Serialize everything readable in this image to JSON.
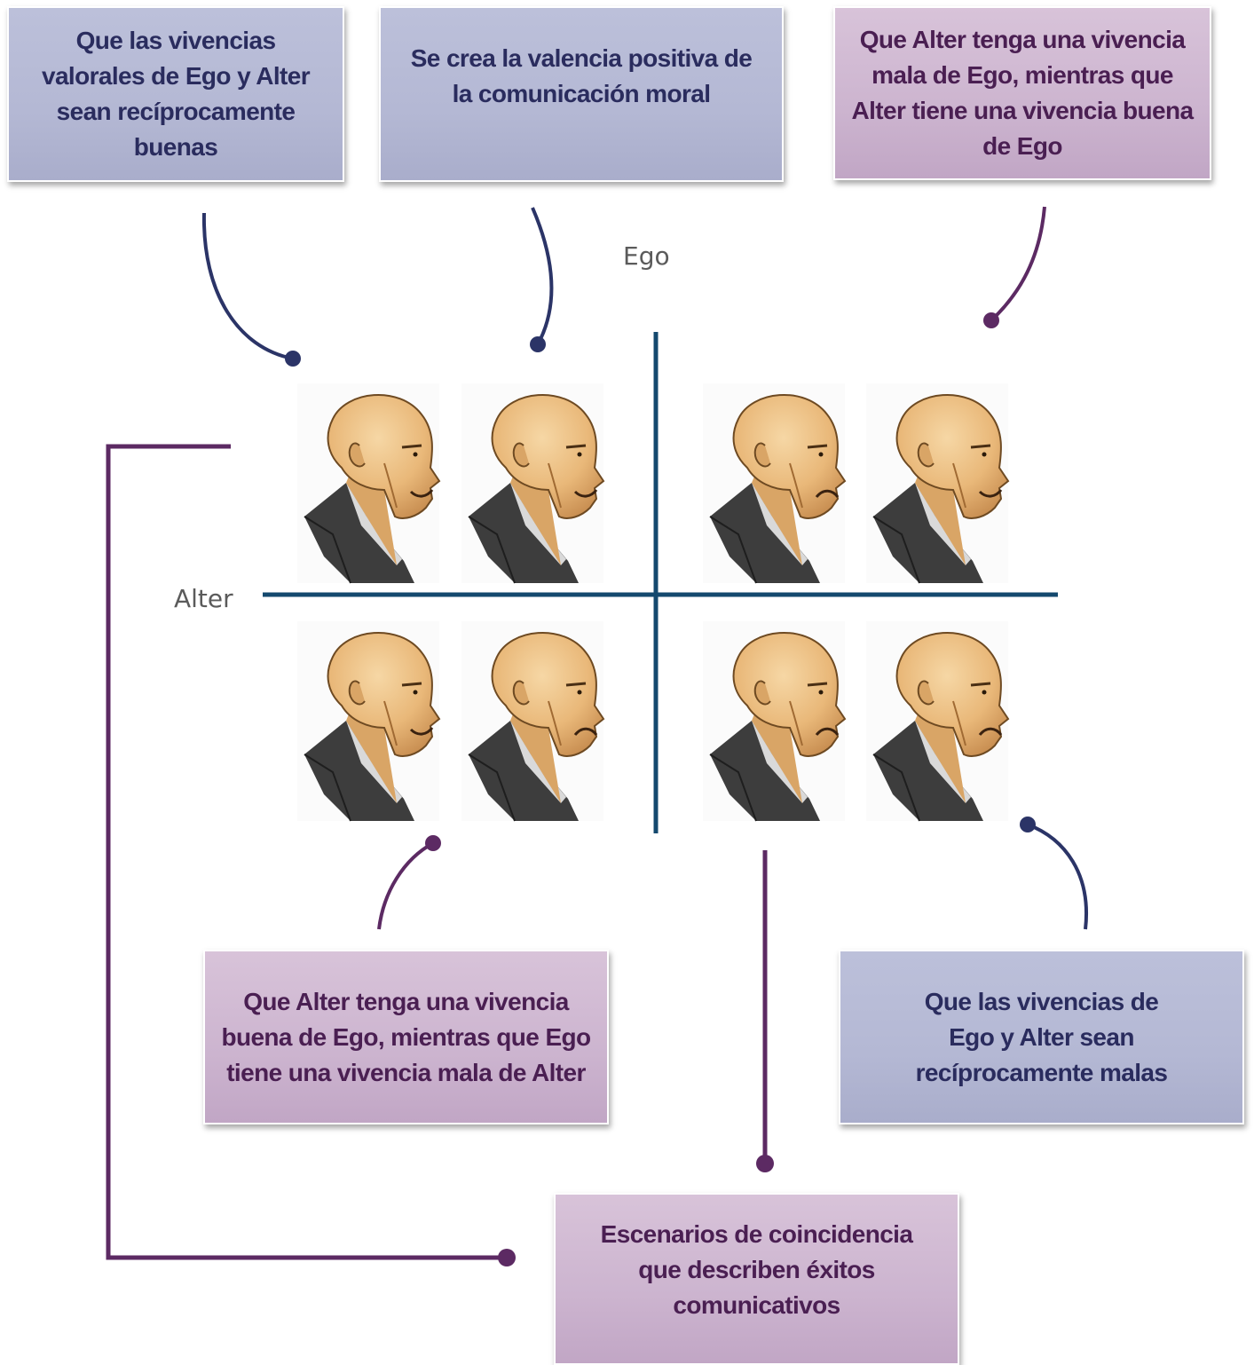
{
  "colors": {
    "navy": "#2b3467",
    "purple": "#5c2a63",
    "axis": "#14496e",
    "box_blue": "#b6bad5",
    "box_purple": "#cfb7d1"
  },
  "axes": {
    "vertical_label": "Ego",
    "horizontal_label": "Alter"
  },
  "boxes": {
    "top_left": "Que las vivencias valorales de Ego y Alter sean recíprocamente buenas",
    "top_center": "Se crea la valencia positiva de la comunicación moral",
    "top_right": "Que Alter tenga una vivencia mala de Ego, mientras que Alter tiene una vivencia buena de Ego",
    "bottom_left": "Que Alter tenga una vivencia buena de Ego, mientras que Ego tiene una vivencia mala de Alter",
    "bottom_right": "Que las vivencias de Ego y Alter sean recíprocamente malas",
    "bottom_center": "Escenarios de coincidencia que describen éxitos comunicativos"
  },
  "faces": [
    {
      "quadrant": "top-left",
      "expression": "smile"
    },
    {
      "quadrant": "top-left",
      "expression": "smile"
    },
    {
      "quadrant": "top-right",
      "expression": "frown"
    },
    {
      "quadrant": "top-right",
      "expression": "smile"
    },
    {
      "quadrant": "bottom-left",
      "expression": "smile"
    },
    {
      "quadrant": "bottom-left",
      "expression": "frown"
    },
    {
      "quadrant": "bottom-right",
      "expression": "frown"
    },
    {
      "quadrant": "bottom-right",
      "expression": "frown"
    }
  ]
}
